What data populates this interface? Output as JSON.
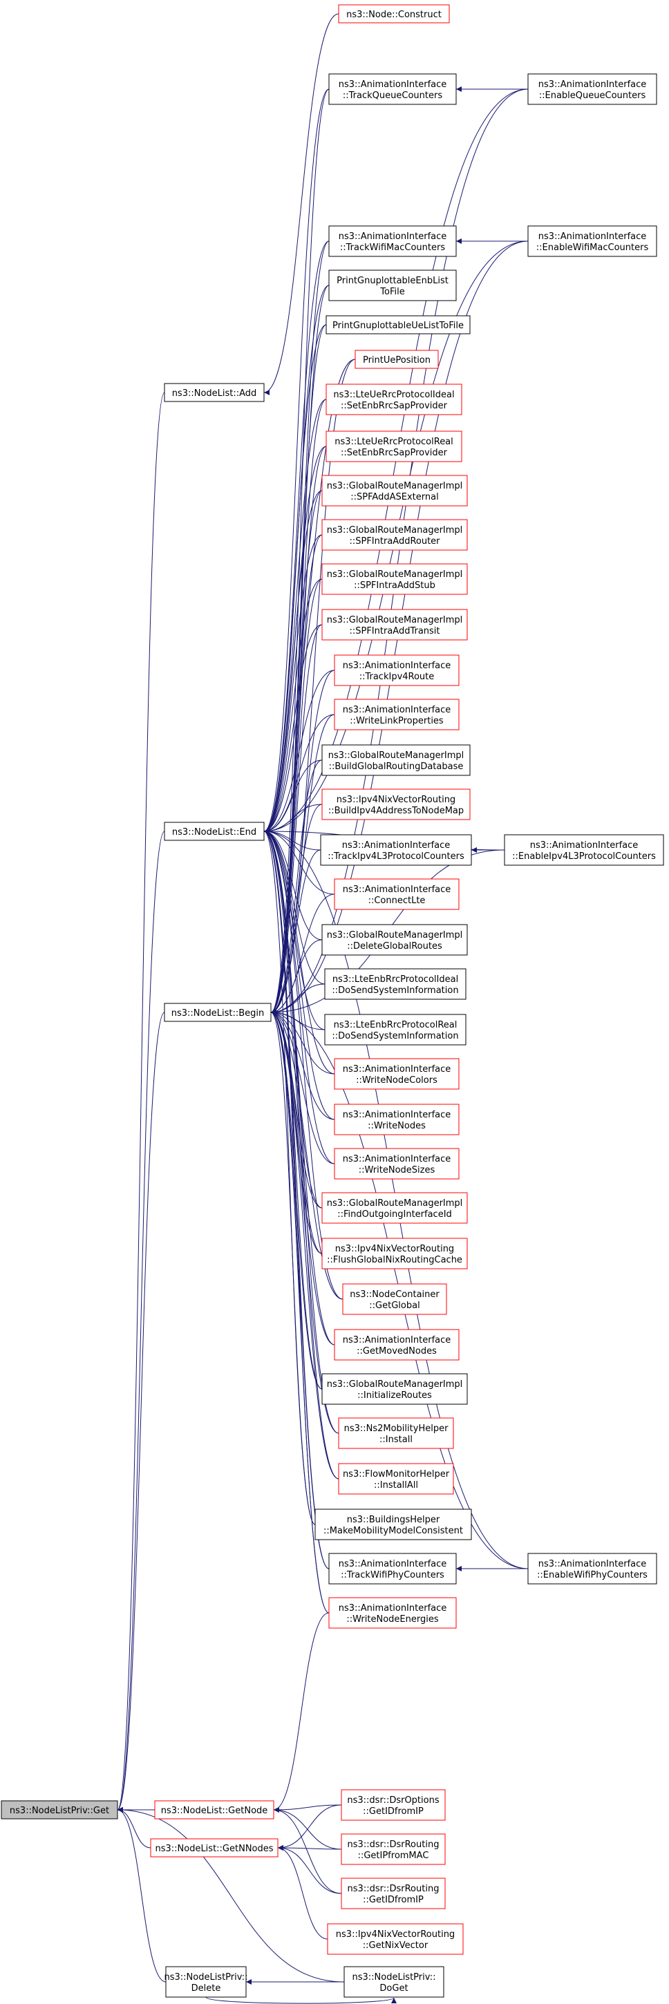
{
  "colors": {
    "edge": "#191970",
    "border_black": "#000000",
    "border_red": "#ff0000",
    "fill_default": "#ffffff",
    "fill_focus": "#bfbfbf"
  },
  "nodes": [
    {
      "id": "get",
      "lines": [
        "ns3::NodeListPriv::Get"
      ],
      "border": "black",
      "focus": true
    },
    {
      "id": "add",
      "lines": [
        "ns3::NodeList::Add"
      ],
      "border": "black"
    },
    {
      "id": "end",
      "lines": [
        "ns3::NodeList::End"
      ],
      "border": "black"
    },
    {
      "id": "begin",
      "lines": [
        "ns3::NodeList::Begin"
      ],
      "border": "black"
    },
    {
      "id": "getnode",
      "lines": [
        "ns3::NodeList::GetNode"
      ],
      "border": "red"
    },
    {
      "id": "getnnodes",
      "lines": [
        "ns3::NodeList::GetNNodes"
      ],
      "border": "red"
    },
    {
      "id": "privdelete",
      "lines": [
        "ns3::NodeListPriv::",
        "Delete"
      ],
      "border": "black"
    },
    {
      "id": "privdoget",
      "lines": [
        "ns3::NodeListPriv::",
        "DoGet"
      ],
      "border": "black"
    },
    {
      "id": "construct",
      "lines": [
        "ns3::Node::Construct"
      ],
      "border": "red"
    },
    {
      "id": "trackqueue",
      "lines": [
        "ns3::AnimationInterface",
        "::TrackQueueCounters"
      ],
      "border": "black"
    },
    {
      "id": "trackwifimac",
      "lines": [
        "ns3::AnimationInterface",
        "::TrackWifiMacCounters"
      ],
      "border": "black"
    },
    {
      "id": "printenb",
      "lines": [
        "PrintGnuplottableEnbList",
        "ToFile"
      ],
      "border": "black"
    },
    {
      "id": "printue",
      "lines": [
        "PrintGnuplottableUeListToFile"
      ],
      "border": "black"
    },
    {
      "id": "printuepos",
      "lines": [
        "PrintUePosition"
      ],
      "border": "red"
    },
    {
      "id": "lteideal",
      "lines": [
        "ns3::LteUeRrcProtocolIdeal",
        "::SetEnbRrcSapProvider"
      ],
      "border": "red"
    },
    {
      "id": "ltereal",
      "lines": [
        "ns3::LteUeRrcProtocolReal",
        "::SetEnbRrcSapProvider"
      ],
      "border": "red"
    },
    {
      "id": "spfasext",
      "lines": [
        "ns3::GlobalRouteManagerImpl",
        "::SPFAddASExternal"
      ],
      "border": "red"
    },
    {
      "id": "spfrouter",
      "lines": [
        "ns3::GlobalRouteManagerImpl",
        "::SPFIntraAddRouter"
      ],
      "border": "red"
    },
    {
      "id": "spfstub",
      "lines": [
        "ns3::GlobalRouteManagerImpl",
        "::SPFIntraAddStub"
      ],
      "border": "red"
    },
    {
      "id": "spftransit",
      "lines": [
        "ns3::GlobalRouteManagerImpl",
        "::SPFIntraAddTransit"
      ],
      "border": "red"
    },
    {
      "id": "trackipv4route",
      "lines": [
        "ns3::AnimationInterface",
        "::TrackIpv4Route"
      ],
      "border": "red"
    },
    {
      "id": "writelink",
      "lines": [
        "ns3::AnimationInterface",
        "::WriteLinkProperties"
      ],
      "border": "red"
    },
    {
      "id": "buildglobal",
      "lines": [
        "ns3::GlobalRouteManagerImpl",
        "::BuildGlobalRoutingDatabase"
      ],
      "border": "black"
    },
    {
      "id": "buildipv4",
      "lines": [
        "ns3::Ipv4NixVectorRouting",
        "::BuildIpv4AddressToNodeMap"
      ],
      "border": "red"
    },
    {
      "id": "trackipv4l3",
      "lines": [
        "ns3::AnimationInterface",
        "::TrackIpv4L3ProtocolCounters"
      ],
      "border": "black"
    },
    {
      "id": "connectlte",
      "lines": [
        "ns3::AnimationInterface",
        "::ConnectLte"
      ],
      "border": "red"
    },
    {
      "id": "deleteglobal",
      "lines": [
        "ns3::GlobalRouteManagerImpl",
        "::DeleteGlobalRoutes"
      ],
      "border": "black"
    },
    {
      "id": "enbideal",
      "lines": [
        "ns3::LteEnbRrcProtocolIdeal",
        "::DoSendSystemInformation"
      ],
      "border": "black"
    },
    {
      "id": "enbreal",
      "lines": [
        "ns3::LteEnbRrcProtocolReal",
        "::DoSendSystemInformation"
      ],
      "border": "black"
    },
    {
      "id": "writecolors",
      "lines": [
        "ns3::AnimationInterface",
        "::WriteNodeColors"
      ],
      "border": "red"
    },
    {
      "id": "writenodes",
      "lines": [
        "ns3::AnimationInterface",
        "::WriteNodes"
      ],
      "border": "red"
    },
    {
      "id": "writesizes",
      "lines": [
        "ns3::AnimationInterface",
        "::WriteNodeSizes"
      ],
      "border": "red"
    },
    {
      "id": "findoutgoing",
      "lines": [
        "ns3::GlobalRouteManagerImpl",
        "::FindOutgoingInterfaceId"
      ],
      "border": "red"
    },
    {
      "id": "flushnix",
      "lines": [
        "ns3::Ipv4NixVectorRouting",
        "::FlushGlobalNixRoutingCache"
      ],
      "border": "red"
    },
    {
      "id": "getglobal",
      "lines": [
        "ns3::NodeContainer",
        "::GetGlobal"
      ],
      "border": "red"
    },
    {
      "id": "getmoved",
      "lines": [
        "ns3::AnimationInterface",
        "::GetMovedNodes"
      ],
      "border": "red"
    },
    {
      "id": "initroutes",
      "lines": [
        "ns3::GlobalRouteManagerImpl",
        "::InitializeRoutes"
      ],
      "border": "black"
    },
    {
      "id": "ns2install",
      "lines": [
        "ns3::Ns2MobilityHelper",
        "::Install"
      ],
      "border": "red"
    },
    {
      "id": "flowinstall",
      "lines": [
        "ns3::FlowMonitorHelper",
        "::InstallAll"
      ],
      "border": "red"
    },
    {
      "id": "buildings",
      "lines": [
        "ns3::BuildingsHelper",
        "::MakeMobilityModelConsistent"
      ],
      "border": "black"
    },
    {
      "id": "trackwifiphy",
      "lines": [
        "ns3::AnimationInterface",
        "::TrackWifiPhyCounters"
      ],
      "border": "black"
    },
    {
      "id": "writeenergies",
      "lines": [
        "ns3::AnimationInterface",
        "::WriteNodeEnergies"
      ],
      "border": "red"
    },
    {
      "id": "enablequeue",
      "lines": [
        "ns3::AnimationInterface",
        "::EnableQueueCounters"
      ],
      "border": "black"
    },
    {
      "id": "enablewifimac",
      "lines": [
        "ns3::AnimationInterface",
        "::EnableWifiMacCounters"
      ],
      "border": "black"
    },
    {
      "id": "enableipv4l3",
      "lines": [
        "ns3::AnimationInterface",
        "::EnableIpv4L3ProtocolCounters"
      ],
      "border": "black"
    },
    {
      "id": "enablewifiphy",
      "lines": [
        "ns3::AnimationInterface",
        "::EnableWifiPhyCounters"
      ],
      "border": "black"
    },
    {
      "id": "dsroptions",
      "lines": [
        "ns3::dsr::DsrOptions",
        "::GetIDfromIP"
      ],
      "border": "red"
    },
    {
      "id": "dsrmac",
      "lines": [
        "ns3::dsr::DsrRouting",
        "::GetIPfromMAC"
      ],
      "border": "red"
    },
    {
      "id": "dsrip",
      "lines": [
        "ns3::dsr::DsrRouting",
        "::GetIDfromIP"
      ],
      "border": "red"
    },
    {
      "id": "nixvector",
      "lines": [
        "ns3::Ipv4NixVectorRouting",
        "::GetNixVector"
      ],
      "border": "red"
    }
  ],
  "edges": [
    [
      "add",
      "get"
    ],
    [
      "end",
      "get"
    ],
    [
      "begin",
      "get"
    ],
    [
      "getnode",
      "get"
    ],
    [
      "getnnodes",
      "get"
    ],
    [
      "privdelete",
      "get"
    ],
    [
      "privdoget",
      "get"
    ],
    [
      "construct",
      "add"
    ],
    [
      "trackqueue",
      "end"
    ],
    [
      "trackwifimac",
      "end"
    ],
    [
      "printenb",
      "end"
    ],
    [
      "printue",
      "end"
    ],
    [
      "printuepos",
      "end"
    ],
    [
      "lteideal",
      "end"
    ],
    [
      "ltereal",
      "end"
    ],
    [
      "spfasext",
      "end"
    ],
    [
      "spfrouter",
      "end"
    ],
    [
      "spfstub",
      "end"
    ],
    [
      "spftransit",
      "end"
    ],
    [
      "trackipv4route",
      "end"
    ],
    [
      "writelink",
      "end"
    ],
    [
      "buildglobal",
      "end"
    ],
    [
      "buildipv4",
      "end"
    ],
    [
      "trackipv4l3",
      "end"
    ],
    [
      "connectlte",
      "end"
    ],
    [
      "deleteglobal",
      "end"
    ],
    [
      "enbideal",
      "end"
    ],
    [
      "enbreal",
      "end"
    ],
    [
      "writecolors",
      "end"
    ],
    [
      "writenodes",
      "end"
    ],
    [
      "writesizes",
      "end"
    ],
    [
      "findoutgoing",
      "end"
    ],
    [
      "flushnix",
      "end"
    ],
    [
      "getglobal",
      "end"
    ],
    [
      "getmoved",
      "end"
    ],
    [
      "initroutes",
      "end"
    ],
    [
      "ns2install",
      "end"
    ],
    [
      "flowinstall",
      "end"
    ],
    [
      "buildings",
      "end"
    ],
    [
      "trackwifiphy",
      "end"
    ],
    [
      "writeenergies",
      "end"
    ],
    [
      "enablequeue",
      "end"
    ],
    [
      "enablewifimac",
      "end"
    ],
    [
      "enableipv4l3",
      "end"
    ],
    [
      "enablewifiphy",
      "end"
    ],
    [
      "trackqueue",
      "begin"
    ],
    [
      "trackwifimac",
      "begin"
    ],
    [
      "printenb",
      "begin"
    ],
    [
      "printue",
      "begin"
    ],
    [
      "printuepos",
      "begin"
    ],
    [
      "lteideal",
      "begin"
    ],
    [
      "ltereal",
      "begin"
    ],
    [
      "spfasext",
      "begin"
    ],
    [
      "spfrouter",
      "begin"
    ],
    [
      "spfstub",
      "begin"
    ],
    [
      "spftransit",
      "begin"
    ],
    [
      "trackipv4route",
      "begin"
    ],
    [
      "writelink",
      "begin"
    ],
    [
      "buildglobal",
      "begin"
    ],
    [
      "buildipv4",
      "begin"
    ],
    [
      "trackipv4l3",
      "begin"
    ],
    [
      "connectlte",
      "begin"
    ],
    [
      "deleteglobal",
      "begin"
    ],
    [
      "enbideal",
      "begin"
    ],
    [
      "enbreal",
      "begin"
    ],
    [
      "writecolors",
      "begin"
    ],
    [
      "writenodes",
      "begin"
    ],
    [
      "writesizes",
      "begin"
    ],
    [
      "findoutgoing",
      "begin"
    ],
    [
      "flushnix",
      "begin"
    ],
    [
      "getglobal",
      "begin"
    ],
    [
      "getmoved",
      "begin"
    ],
    [
      "initroutes",
      "begin"
    ],
    [
      "ns2install",
      "begin"
    ],
    [
      "flowinstall",
      "begin"
    ],
    [
      "buildings",
      "begin"
    ],
    [
      "trackwifiphy",
      "begin"
    ],
    [
      "writeenergies",
      "begin"
    ],
    [
      "enablequeue",
      "begin"
    ],
    [
      "enablewifimac",
      "begin"
    ],
    [
      "enableipv4l3",
      "begin"
    ],
    [
      "enablewifiphy",
      "begin"
    ],
    [
      "enablequeue",
      "trackqueue"
    ],
    [
      "enablewifimac",
      "trackwifimac"
    ],
    [
      "enableipv4l3",
      "trackipv4l3"
    ],
    [
      "enablewifiphy",
      "trackwifiphy"
    ],
    [
      "writeenergies",
      "getnode"
    ],
    [
      "dsroptions",
      "getnode"
    ],
    [
      "dsrmac",
      "getnode"
    ],
    [
      "dsrip",
      "getnode"
    ],
    [
      "dsroptions",
      "getnnodes"
    ],
    [
      "dsrmac",
      "getnnodes"
    ],
    [
      "dsrip",
      "getnnodes"
    ],
    [
      "nixvector",
      "getnnodes"
    ],
    [
      "privdoget",
      "privdelete"
    ],
    [
      "privdelete",
      "privdoget"
    ]
  ]
}
